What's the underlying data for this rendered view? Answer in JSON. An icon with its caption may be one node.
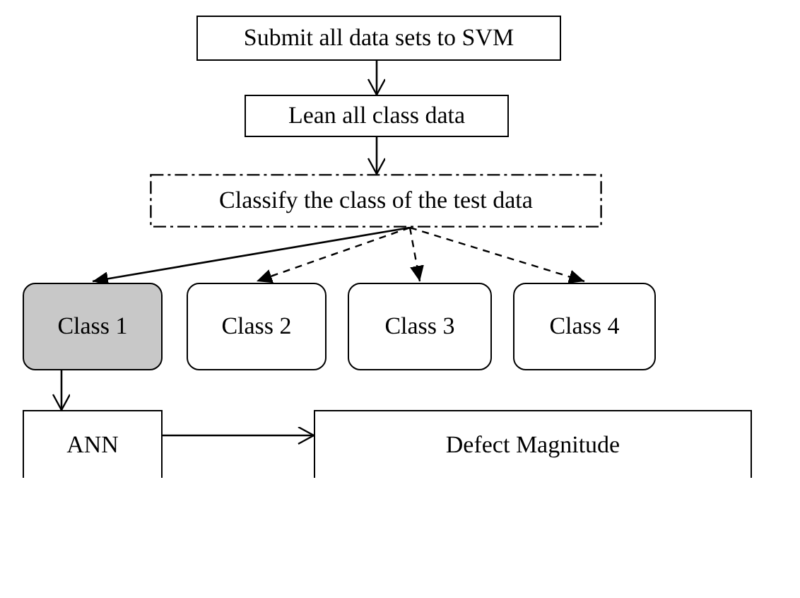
{
  "diagram": {
    "nodes": [
      {
        "text": [
          "Submit all data sets to SVM"
        ]
      },
      {
        "text": [
          "Lean all class data"
        ]
      },
      {
        "text": [
          "Classify the class of the test data"
        ]
      },
      {
        "text": [
          "Class 1"
        ]
      },
      {
        "text": [
          "Class 2"
        ]
      },
      {
        "text": [
          "Class 3"
        ]
      },
      {
        "text": [
          "Class 4"
        ]
      },
      {
        "text": [
          "ANN"
        ]
      },
      {
        "text": [
          "Defect Magnitude"
        ]
      }
    ],
    "edges": [
      {
        "from": 0,
        "to": 1,
        "arrow": "to"
      },
      {
        "from": 1,
        "to": 2,
        "arrow": "to"
      },
      {
        "from": 2,
        "to": 3,
        "arrow": "to"
      },
      {
        "from": 2,
        "to": 4,
        "arrow": "to",
        "style": "dashed"
      },
      {
        "from": 2,
        "to": 5,
        "arrow": "to",
        "style": "dashed"
      },
      {
        "from": 2,
        "to": 6,
        "arrow": "to",
        "style": "dashed"
      },
      {
        "from": 3,
        "to": 7,
        "arrow": "to"
      },
      {
        "from": 7,
        "to": 8,
        "arrow": "to"
      }
    ]
  }
}
